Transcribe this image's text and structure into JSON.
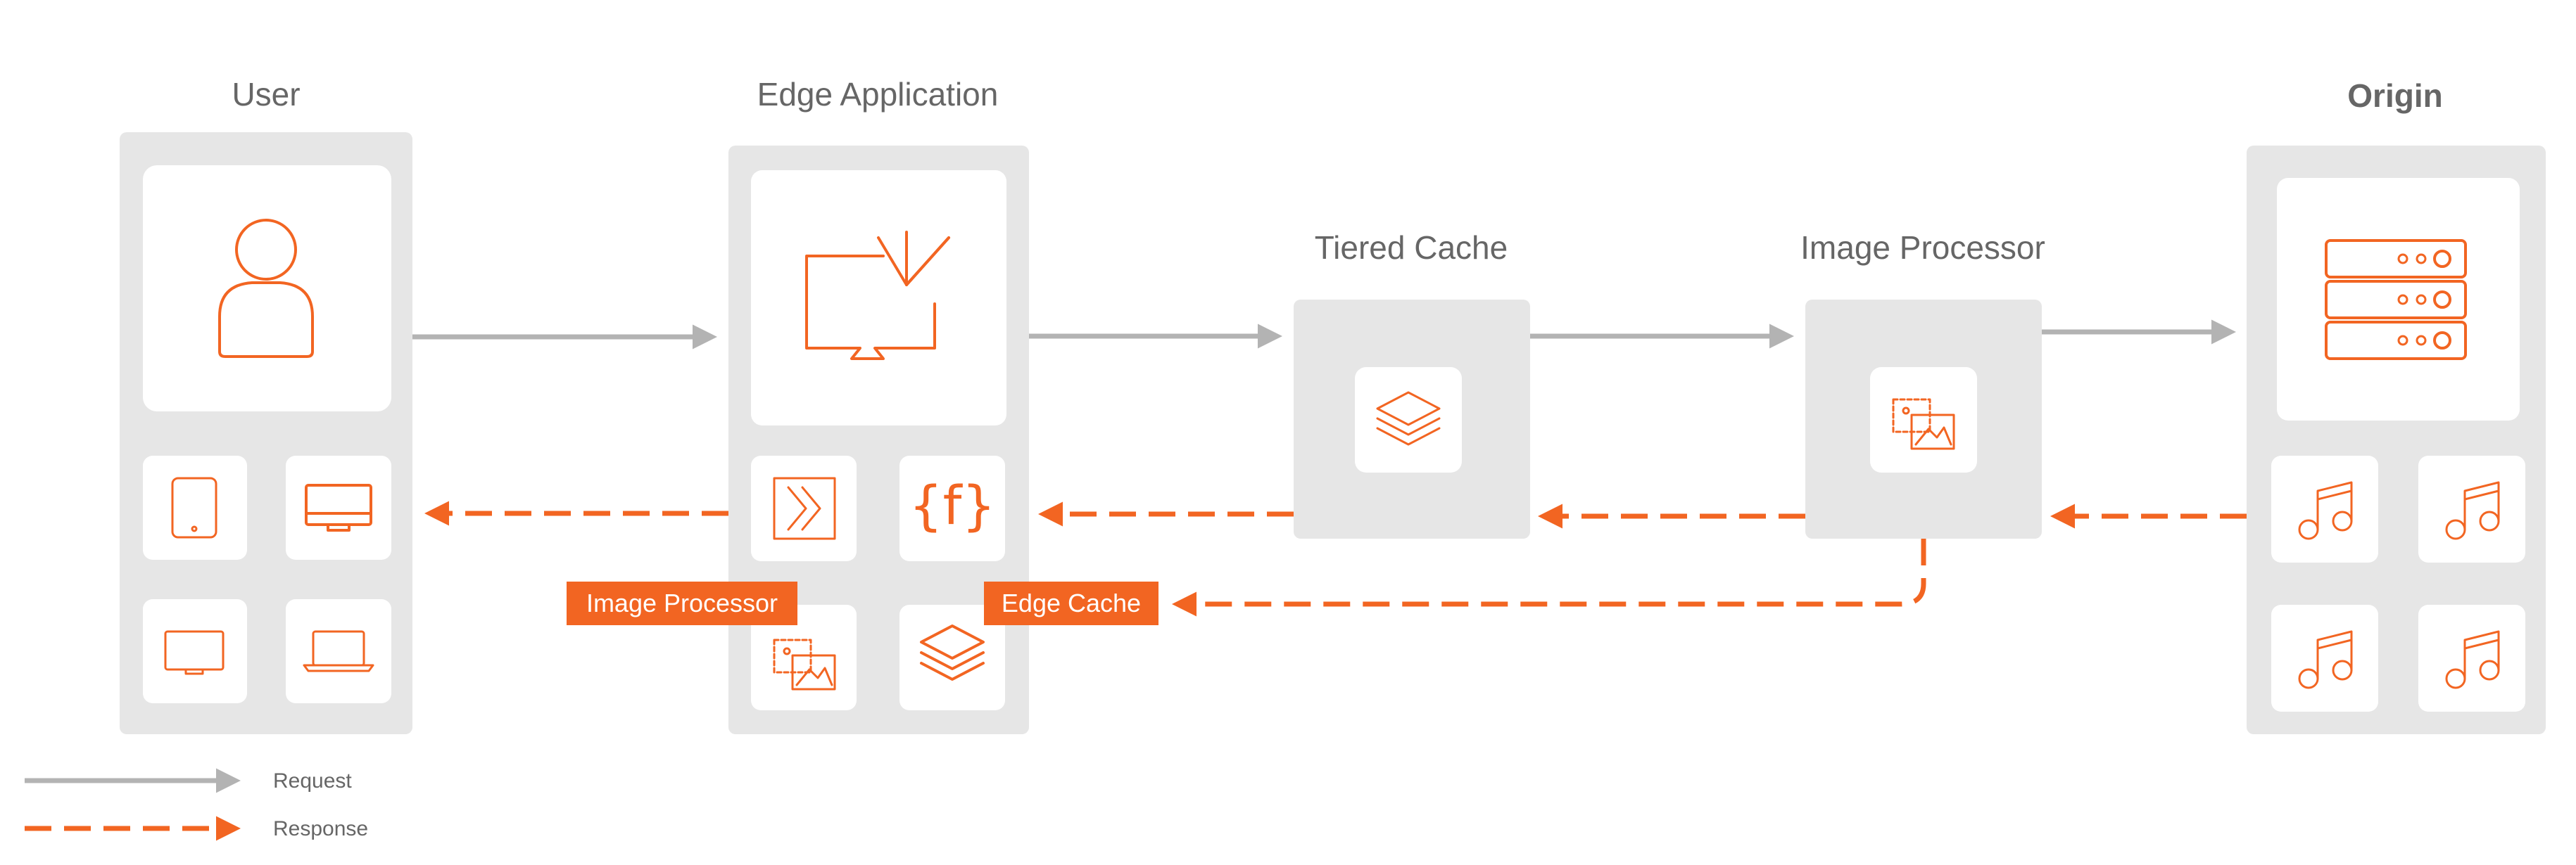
{
  "colors": {
    "accent": "#f26522",
    "panel": "#e6e6e6",
    "request_arrow": "#b3b3b3",
    "text": "#666666"
  },
  "nodes": {
    "user": {
      "title": "User",
      "icons": [
        "user-icon",
        "tablet-icon",
        "desktop-icon",
        "tv-icon",
        "laptop-icon"
      ]
    },
    "edge_application": {
      "title": "Edge Application",
      "icons": [
        "edge-application-icon",
        "edge-functions-icon",
        "functions-icon",
        "image-processor-icon",
        "cache-layers-icon"
      ]
    },
    "tiered_cache": {
      "title": "Tiered Cache",
      "icons": [
        "cache-layers-icon"
      ]
    },
    "image_processor": {
      "title": "Image Processor",
      "icons": [
        "image-processor-icon"
      ]
    },
    "origin": {
      "title": "Origin",
      "icons": [
        "server-icon",
        "music-icon",
        "music-icon",
        "music-icon",
        "music-icon"
      ]
    }
  },
  "badges": {
    "image_processor": "Image Processor",
    "edge_cache": "Edge Cache"
  },
  "legend": {
    "request": "Request",
    "response": "Response"
  }
}
